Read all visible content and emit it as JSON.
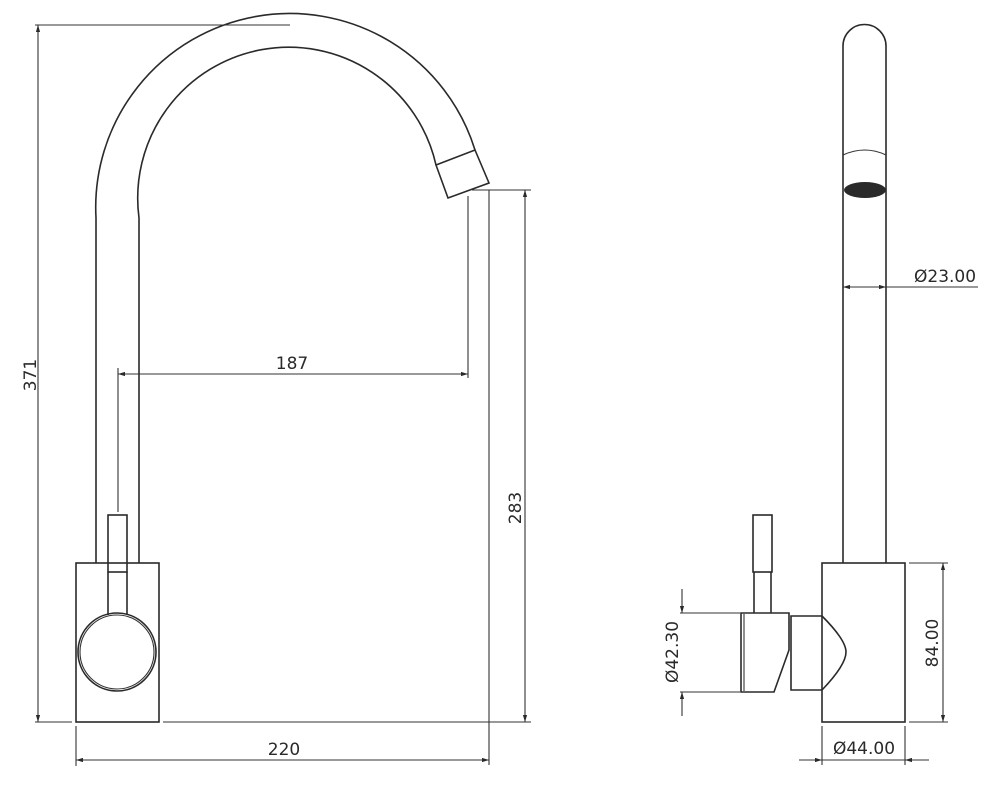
{
  "front_view": {
    "dimensions": {
      "overall_height": "371",
      "spout_reach": "187",
      "spout_height": "283",
      "overall_depth": "220"
    }
  },
  "side_view": {
    "dimensions": {
      "spout_diameter": "Ø23.00",
      "handle_diameter": "Ø42.30",
      "body_height": "84.00",
      "body_diameter": "Ø44.00"
    }
  },
  "colors": {
    "line": "#2a2a2a",
    "background": "#ffffff"
  }
}
